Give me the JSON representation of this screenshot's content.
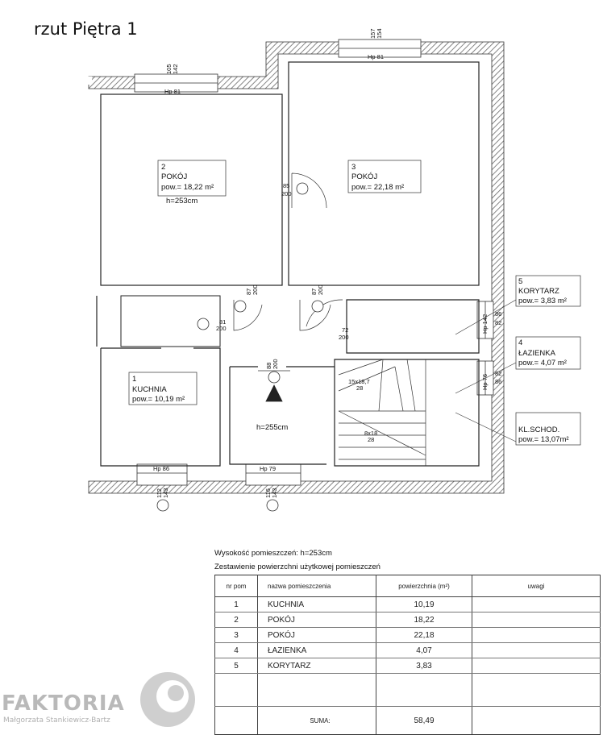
{
  "title": "rzut Piętra 1",
  "windows": {
    "w1": "Hp 81",
    "w1_dim_a": "105",
    "w1_dim_b": "142",
    "w2": "Hp 81",
    "w2_dim_a": "157",
    "w2_dim_b": "154",
    "w3": "Hp 86",
    "w3_dim_a": "112",
    "w3_dim_b": "143",
    "w4": "Hp 79",
    "w4_dim_a": "116",
    "w4_dim_b": "143",
    "w5": "Hp 142",
    "w5_dim_a": "86",
    "w5_dim_b": "82",
    "w6": "Hp 76",
    "w6_dim_a": "82",
    "w6_dim_b": "86"
  },
  "doors": {
    "d1_a": "85",
    "d1_b": "200",
    "d2_a": "87",
    "d2_b": "200",
    "d3_a": "87",
    "d3_b": "200",
    "d4_a": "81",
    "d4_b": "200",
    "d5_a": "72",
    "d5_b": "200",
    "d6_a": "88",
    "d6_b": "200"
  },
  "stairs": {
    "s1": "15x18,7",
    "s1_b": "28",
    "s2": "8x18",
    "s2_b": "28"
  },
  "rooms": {
    "r2": {
      "num": "2",
      "name": "POKÓJ",
      "area": "pow.= 18,22 m²",
      "height": "h=253cm"
    },
    "r3": {
      "num": "3",
      "name": "POKÓJ",
      "area": "pow.= 22,18 m²"
    },
    "r1": {
      "num": "1",
      "name": "KUCHNIA",
      "area": "pow.= 10,19 m²"
    },
    "hall_height": "h=255cm",
    "r5": {
      "num": "5",
      "name": "KORYTARZ",
      "area": "pow.= 3,83 m²"
    },
    "r4": {
      "num": "4",
      "name": "ŁAZIENKA",
      "area": "pow.= 4,07 m²"
    },
    "r6": {
      "name": "KL.SCHOD.",
      "area": "pow.= 13,07m²"
    }
  },
  "notes": {
    "height": "Wysokość pomieszczeń: h=253cm",
    "summary_title": "Zestawienie powierzchni użytkowej pomieszczeń"
  },
  "table": {
    "headers": [
      "nr pom",
      "nazwa pomieszczenia",
      "powierzchnia (m²)",
      "uwagi"
    ],
    "rows": [
      {
        "nr": "1",
        "name": "KUCHNIA",
        "area": "10,19"
      },
      {
        "nr": "2",
        "name": "POKÓJ",
        "area": "18,22"
      },
      {
        "nr": "3",
        "name": "POKÓJ",
        "area": "22,18"
      },
      {
        "nr": "4",
        "name": "ŁAZIENKA",
        "area": "4,07"
      },
      {
        "nr": "5",
        "name": "KORYTARZ",
        "area": "3,83"
      }
    ],
    "sum_label": "SUMA:",
    "sum_value": "58,49"
  },
  "logo": {
    "name": "FAKTORIA",
    "sub": "Małgorzata Stankiewicz-Bartz"
  }
}
